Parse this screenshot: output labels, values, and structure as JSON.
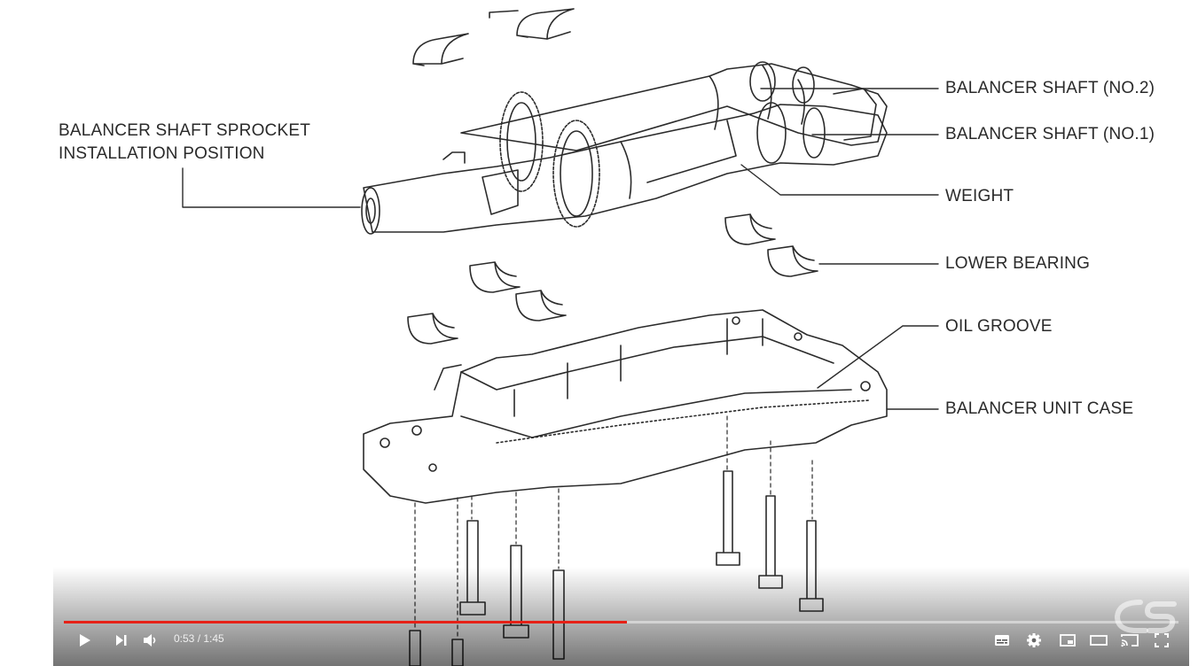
{
  "diagram": {
    "labels": {
      "sprocket_line1": "BALANCER SHAFT SPROCKET",
      "sprocket_line2": "INSTALLATION POSITION",
      "shaft_no2": "BALANCER SHAFT (NO.2)",
      "shaft_no1": "BALANCER SHAFT (NO.1)",
      "weight": "WEIGHT",
      "lower_bearing": "LOWER BEARING",
      "oil_groove": "OIL GROOVE",
      "unit_case": "BALANCER UNIT CASE"
    }
  },
  "player": {
    "current_time": "0:53",
    "duration": "1:45",
    "progress_fraction": 0.505,
    "progress_color": "#e62117",
    "icons": [
      "play-icon",
      "next-icon",
      "volume-icon",
      "subtitles-icon",
      "settings-icon",
      "miniplayer-icon",
      "theater-icon",
      "cast-icon",
      "fullscreen-icon"
    ]
  },
  "watermark": {
    "icon": "cs-logo-icon"
  }
}
